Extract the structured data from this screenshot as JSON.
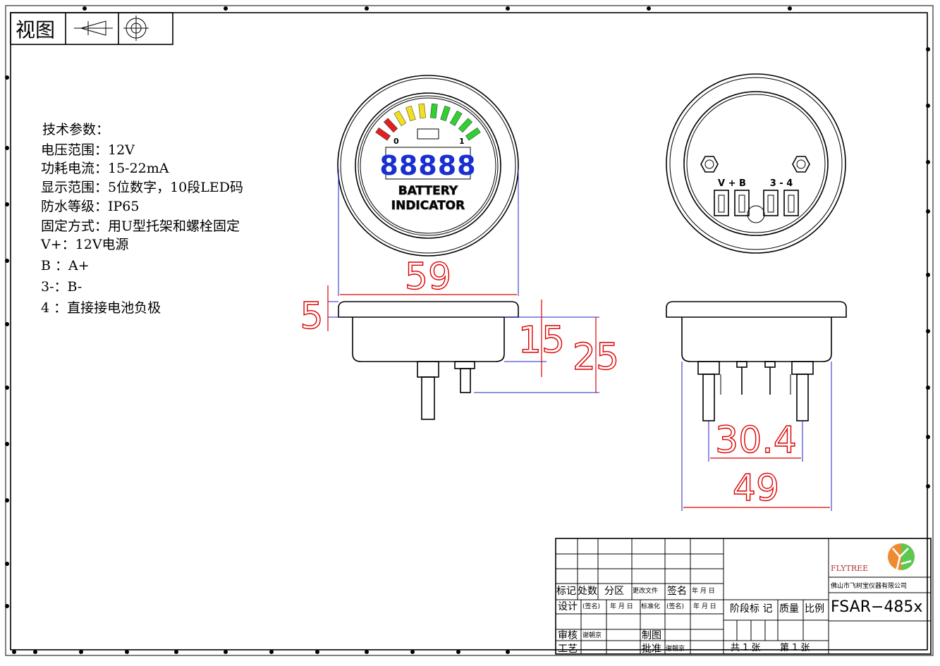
{
  "view_box": {
    "label": "视图"
  },
  "specs": [
    "技术参数：",
    "电压范围：12V",
    "功耗电流：15-22mA",
    "显示范围：5位数字，10段LED码",
    "防水等级：IP65",
    "固定方式：用U型托架和螺栓固定",
    "V+：12V电源",
    "B ：A+",
    "3-：B-",
    "4 ：直接接电池负极"
  ],
  "front_face": {
    "scale_min": "0",
    "scale_max": "1",
    "digits": "88888",
    "line1": "BATTERY",
    "line2": "INDICATOR",
    "bar_colors": [
      "#e02020",
      "#e02020",
      "#f0e020",
      "#f0e020",
      "#f0e020",
      "#30d030",
      "#30d030",
      "#30d030",
      "#30d030",
      "#30d030"
    ],
    "lcd_color": "#1a2fd0"
  },
  "back_face": {
    "left_label": "V + B",
    "right_label": "3 - 4"
  },
  "dimensions": {
    "diameter": "59",
    "flange": "5",
    "depth": "15",
    "total": "25",
    "terminal_span": "30.4",
    "body_width": "49"
  },
  "title_block": {
    "rev_headers": [
      "标记",
      "处数",
      "分区",
      "更改文件",
      "签名",
      "年 月 日"
    ],
    "design": "设计",
    "sign1": "(签名)",
    "date1": "年 月 日",
    "standard": "标准化",
    "sign2": "(签名)",
    "date2": "年 月 日",
    "review": "审核",
    "reviewer": "谢朝京",
    "drawing": "制图",
    "process": "工艺",
    "approve": "批准",
    "approver": "谢朝京",
    "stage": "阶段标 记",
    "weight": "质量",
    "scale": "比例",
    "sheets": "共 1 张",
    "sheet_no": "第 1 张",
    "brand": "FLYTREE",
    "company": "佛山市飞树宝仪器有限公司",
    "part_no": "FSAR−485x"
  }
}
